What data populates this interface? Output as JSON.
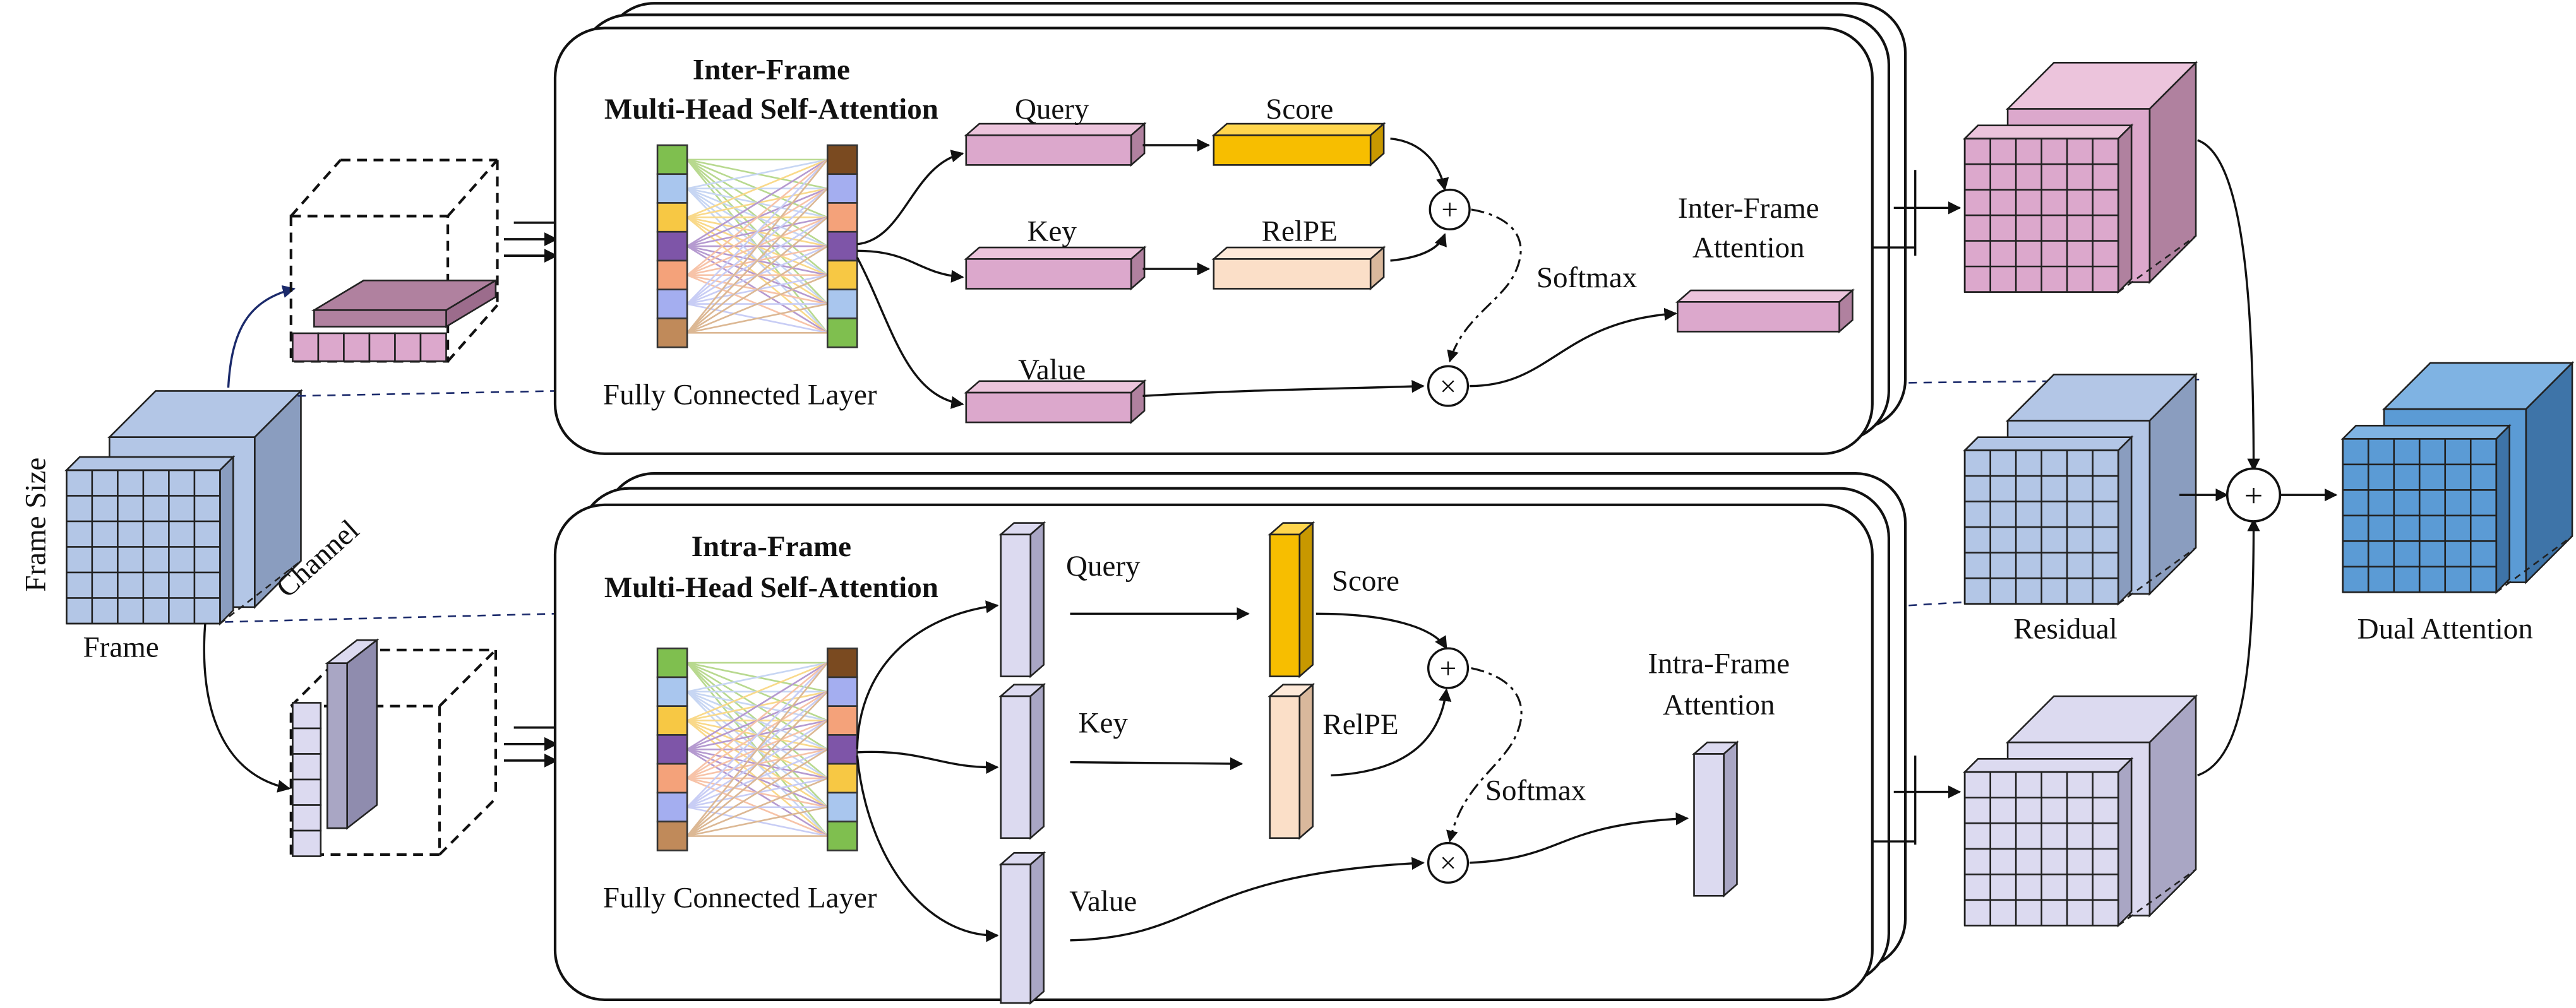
{
  "inter_frame": {
    "title_line1": "Inter-Frame",
    "title_line2": "Multi-Head Self-Attention",
    "query": "Query",
    "key": "Key",
    "value": "Value",
    "score": "Score",
    "relpe": "RelPE",
    "softmax": "Softmax",
    "output_line1": "Inter-Frame",
    "output_line2": "Attention",
    "fc_layer": "Fully Connected Layer"
  },
  "intra_frame": {
    "title_line1": "Intra-Frame",
    "title_line2": "Multi-Head Self-Attention",
    "query": "Query",
    "key": "Key",
    "value": "Value",
    "score": "Score",
    "relpe": "RelPE",
    "softmax": "Softmax",
    "output_line1": "Intra-Frame",
    "output_line2": "Attention",
    "fc_layer": "Fully Connected Layer"
  },
  "input": {
    "frame_size": "Frame Size",
    "channel": "Channel",
    "frame": "Frame"
  },
  "output": {
    "residual": "Residual",
    "dual_attention": "Dual Attention"
  },
  "operators": {
    "plus": "+",
    "times": "×"
  },
  "colors": {
    "pink": "#dca8cc",
    "pink_side": "#b0819f",
    "pink_top": "#ecc4dc",
    "gold": "#f7be00",
    "peach": "#fbdfc8",
    "blue": "#b3c6e6",
    "blue_side": "#8a9dbf",
    "dark_blue": "#5b9bd5",
    "lavender": "#dcdaf0",
    "lavender_side": "#a9a6c4",
    "fc_colors": [
      "#7fbf4f",
      "#a9c6ee",
      "#f7c844",
      "#7e55a8",
      "#f4a27a",
      "#a4aef0",
      "#c08a5a",
      "#7a4a20"
    ]
  }
}
